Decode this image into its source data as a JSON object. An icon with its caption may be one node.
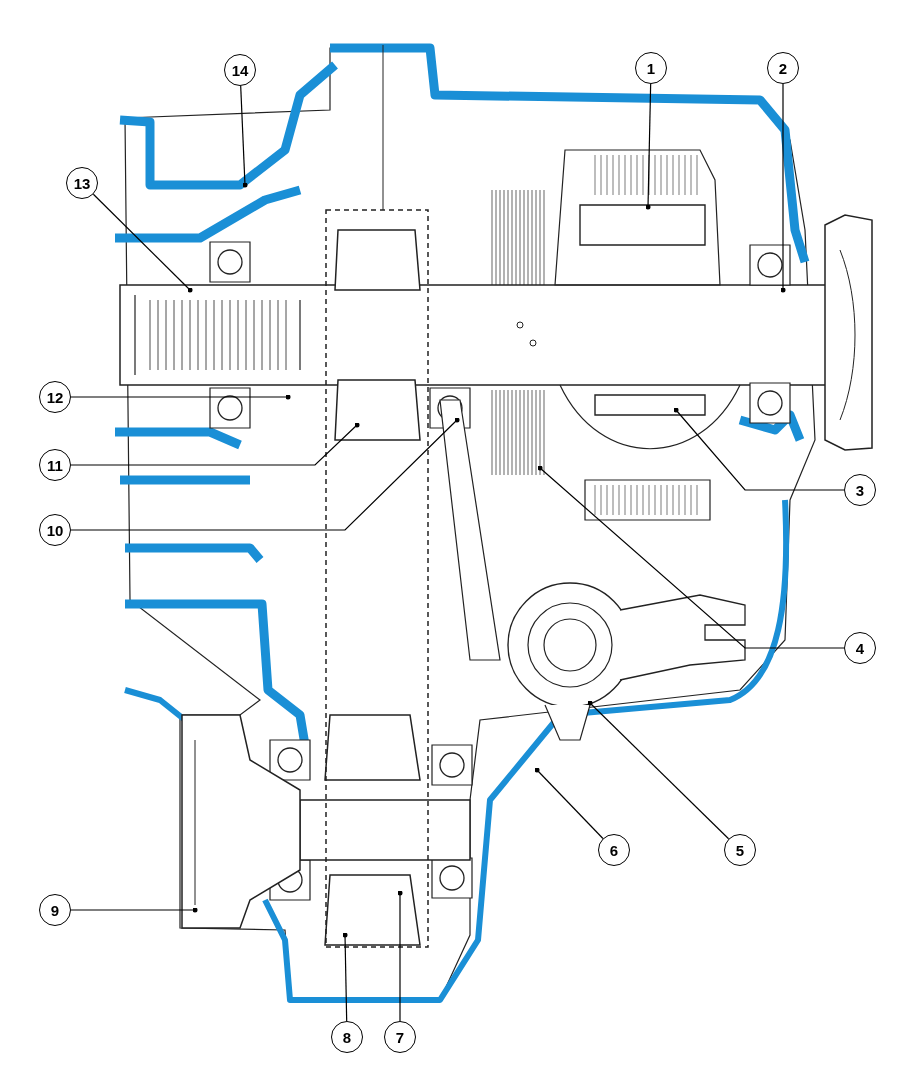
{
  "diagram": {
    "nodes": [
      {
        "text": [
          "1"
        ]
      },
      {
        "text": [
          "2"
        ]
      },
      {
        "text": [
          "3"
        ]
      },
      {
        "text": [
          "4"
        ]
      },
      {
        "text": [
          "5"
        ]
      },
      {
        "text": [
          "6"
        ]
      },
      {
        "text": [
          "7"
        ]
      },
      {
        "text": [
          "8"
        ]
      },
      {
        "text": [
          "9"
        ]
      },
      {
        "text": [
          "10"
        ]
      },
      {
        "text": [
          "11"
        ]
      },
      {
        "text": [
          "12"
        ]
      },
      {
        "text": [
          "13"
        ]
      },
      {
        "text": [
          "14"
        ]
      }
    ],
    "edges": [
      {
        "from": 0,
        "to": null,
        "arrow": "other"
      },
      {
        "from": 1,
        "to": null,
        "arrow": "other"
      },
      {
        "from": 2,
        "to": null,
        "arrow": "other"
      },
      {
        "from": 3,
        "to": null,
        "arrow": "other"
      },
      {
        "from": 4,
        "to": null,
        "arrow": "other"
      },
      {
        "from": 5,
        "to": null,
        "arrow": "other"
      },
      {
        "from": 6,
        "to": null,
        "arrow": "other"
      },
      {
        "from": 7,
        "to": null,
        "arrow": "other"
      },
      {
        "from": 8,
        "to": null,
        "arrow": "other"
      },
      {
        "from": 9,
        "to": null,
        "arrow": "other"
      },
      {
        "from": 10,
        "to": null,
        "arrow": "other"
      },
      {
        "from": 11,
        "to": null,
        "arrow": "other"
      },
      {
        "from": 12,
        "to": null,
        "arrow": "other"
      },
      {
        "from": 13,
        "to": null,
        "arrow": "other"
      }
    ]
  }
}
